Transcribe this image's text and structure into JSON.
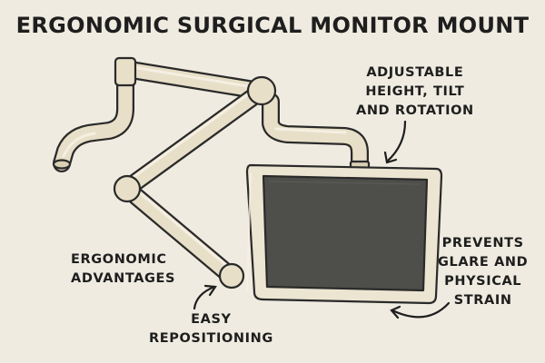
{
  "title": "ERGONOMIC SURGICAL MONITOR MOUNT",
  "labels": {
    "adjustable": [
      "ADJUSTABLE",
      "HEIGHT, TILT",
      "AND ROTATION"
    ],
    "prevents": [
      "PREVENTS",
      "GLARE AND",
      "PHYSICAL",
      "STRAIN"
    ],
    "ergonomic": [
      "ERGONOMIC",
      "ADVANTAGES"
    ],
    "easy": [
      "EASY",
      "REPOSITIONING"
    ]
  },
  "colors": {
    "background": "#efebe0",
    "arm_fill": "#e8dfc8",
    "outline": "#2a2a2a",
    "screen": "#4e4e4b",
    "bezel": "#ece5d2"
  }
}
